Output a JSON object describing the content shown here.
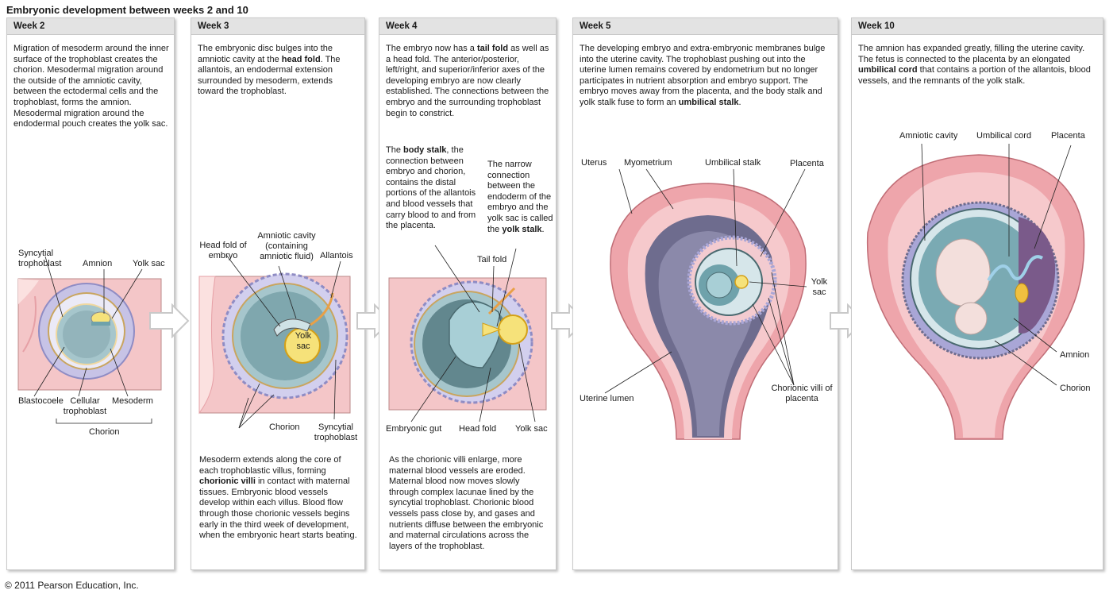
{
  "title": "Embryonic development between weeks 2 and 10",
  "copyright": "© 2011 Pearson Education, Inc.",
  "panels": {
    "week2": {
      "header": "Week 2",
      "text": "Migration of mesoderm around the inner surface of the trophoblast creates the chorion. Mesodermal migration around the outside of the amniotic cavity, between the ectodermal cells and the trophoblast, forms the amnion. Mesodermal migration around the endodermal pouch creates the yolk sac.",
      "labels": {
        "syncytial": "Syncytial trophoblast",
        "amnion": "Amnion",
        "yolk_sac": "Yolk sac",
        "blastocoele": "Blastocoele",
        "cellular": "Cellular trophoblast",
        "mesoderm": "Mesoderm",
        "chorion": "Chorion"
      }
    },
    "week3": {
      "header": "Week 3",
      "text_html": "The embryonic disc bulges into the amniotic cavity at the <b>head fold</b>. The allantois, an endodermal extension surrounded by mesoderm, extends toward the trophoblast.",
      "bottom_html": "Mesoderm extends along the core of each trophoblastic villus, forming <b>chorionic villi</b> in contact with maternal tissues. Embryonic blood vessels develop within each villus. Blood flow through those chorionic vessels begins early in the third week of development, when the embryonic heart starts beating.",
      "labels": {
        "head_fold": "Head fold of embryo",
        "amniotic_cavity": "Amniotic cavity (containing amniotic fluid)",
        "allantois": "Allantois",
        "yolk_sac": "Yolk sac",
        "chorion": "Chorion",
        "syncytial": "Syncytial trophoblast"
      }
    },
    "week4": {
      "header": "Week 4",
      "text_html": "The embryo now has a <b>tail fold</b> as well as a head fold. The anterior/posterior, left/right, and superior/inferior axes of the developing embryo are now clearly established. The connections between the embryo and the surrounding trophoblast begin to constrict.",
      "body_stalk_html": "The <b>body stalk</b>, the connection between embryo and chorion, contains the distal portions of the allantois and blood vessels that carry blood to and from the placenta.",
      "yolk_stalk_html": "The narrow connection between the endoderm of the embryo and the yolk sac is called the <b>yolk stalk</b>.",
      "bottom": "As the chorionic villi enlarge, more maternal blood vessels are eroded. Maternal blood now moves slowly through complex lacunae lined by the syncytial trophoblast. Chorionic blood vessels pass close by, and gases and nutrients diffuse between the embryonic and maternal circulations across the layers of the trophoblast.",
      "labels": {
        "tail_fold": "Tail fold",
        "embryonic_gut": "Embryonic gut",
        "head_fold": "Head fold",
        "yolk_sac": "Yolk sac"
      }
    },
    "week5": {
      "header": "Week 5",
      "text_html": "The developing embryo and extra-embryonic membranes bulge into the uterine cavity. The trophoblast pushing out into the uterine lumen remains covered by endometrium but no longer participates in nutrient absorption and embryo support. The embryo moves away from the placenta, and the body stalk and yolk stalk fuse to form an <b>umbilical stalk</b>.",
      "labels": {
        "uterus": "Uterus",
        "myometrium": "Myometrium",
        "umbilical_stalk": "Umbilical stalk",
        "placenta": "Placenta",
        "yolk_sac": "Yolk sac",
        "uterine_lumen": "Uterine lumen",
        "chorionic_villi": "Chorionic villi of placenta"
      }
    },
    "week10": {
      "header": "Week 10",
      "text_html": "The amnion has expanded greatly, filling the uterine cavity. The fetus is connected to the placenta by an elongated <b>umbilical cord</b> that contains a portion of the allantois, blood vessels, and the remnants of the yolk stalk.",
      "labels": {
        "amniotic_cavity": "Amniotic cavity",
        "umbilical_cord": "Umbilical cord",
        "placenta": "Placenta",
        "amnion": "Amnion",
        "chorion": "Chorion"
      }
    }
  },
  "colors": {
    "tissue_pink": "#f2b3b8",
    "muscle_pink": "#e98e96",
    "villi_lavender": "#a9a6d6",
    "amnion_teal": "#6fa2ab",
    "yolk_yellow": "#f6e27a",
    "embryo_cream": "#f3dfdc",
    "header_gray": "#e3e3e3"
  }
}
